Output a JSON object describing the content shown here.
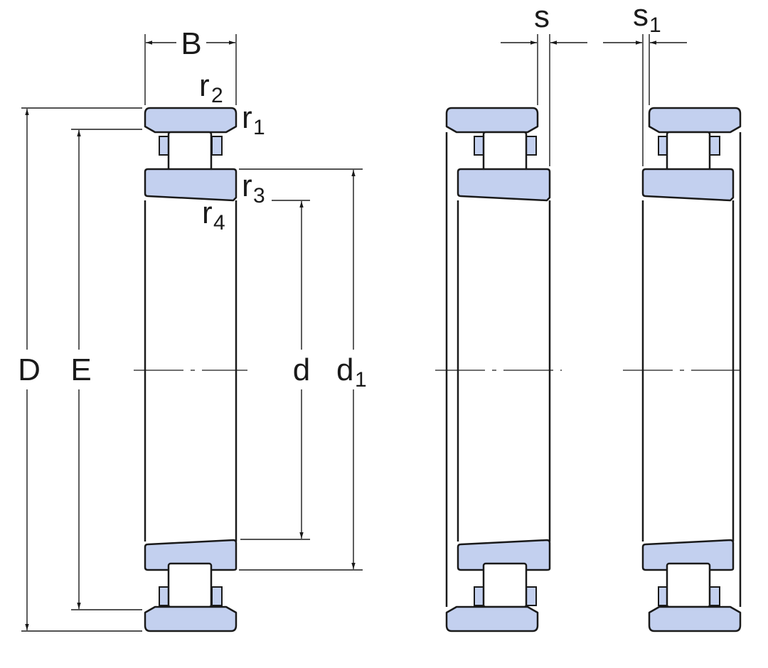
{
  "figure": {
    "colors": {
      "ring_fill": "#c3d0ef",
      "line": "#1a1a1a",
      "background": "#ffffff"
    },
    "labels": {
      "B": "B",
      "D": "D",
      "E": "E",
      "d": "d",
      "d1_main": "d",
      "d1_sub": "1",
      "r1_main": "r",
      "r1_sub": "1",
      "r2_main": "r",
      "r2_sub": "2",
      "r3_main": "r",
      "r3_sub": "3",
      "r4_main": "r",
      "r4_sub": "4",
      "s": "s",
      "s1_main": "s",
      "s1_sub": "1"
    }
  }
}
